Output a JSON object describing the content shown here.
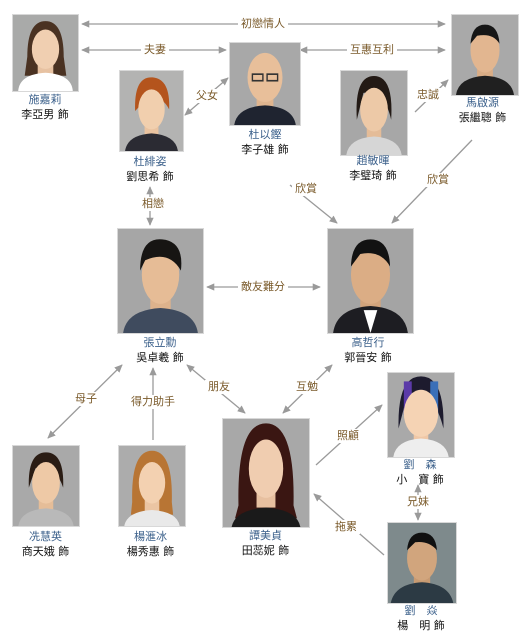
{
  "characters": {
    "shi": {
      "role": "施嘉莉",
      "actor": "李亞男 飾"
    },
    "tu_fei": {
      "role": "杜緋姿",
      "actor": "劉思希 飾"
    },
    "tu_yi": {
      "role": "杜以鏗",
      "actor": "李子雄 飾"
    },
    "zhao": {
      "role": "趙敏暉",
      "actor": "李璧琦 飾"
    },
    "ma": {
      "role": "馬啟源",
      "actor": "張繼聰 飾"
    },
    "zhang": {
      "role": "張立勳",
      "actor": "吳卓羲 飾"
    },
    "gao": {
      "role": "高哲行",
      "actor": "郭晉安 飾"
    },
    "xian": {
      "role": "冼慧英",
      "actor": "商天娥 飾"
    },
    "yang": {
      "role": "楊滙冰",
      "actor": "楊秀惠 飾"
    },
    "tan": {
      "role": "譚美貞",
      "actor": "田蕊妮 飾"
    },
    "liu_sen": {
      "role": "劉　森",
      "actor": "小　寶 飾"
    },
    "liu_yan": {
      "role": "劉　焱",
      "actor": "楊　明 飾"
    }
  },
  "relations": {
    "first_love": "初戀情人",
    "spouse": "夫妻",
    "mutual_benefit": "互惠互利",
    "father_daughter": "父女",
    "loyal": "忠誠",
    "admire_1": "欣賞",
    "admire_2": "欣賞",
    "lovers": "相戀",
    "frenemy": "敵友難分",
    "mother_son": "母子",
    "right_hand": "得力助手",
    "friends": "朋友",
    "mutual_encourage": "互勉",
    "care": "照顧",
    "siblings": "兄妹",
    "burden": "拖累"
  },
  "colors": {
    "arrow": "#9a9a9a",
    "role_text": "#3a5f8a",
    "label_text": "#7a5a2a"
  }
}
